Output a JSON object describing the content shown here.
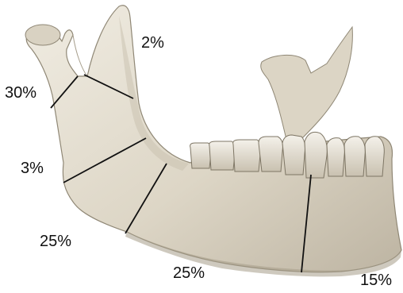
{
  "figure": {
    "subject": "Human mandible (lateral view) with fracture-site regions",
    "colors": {
      "bone_light": "#e9e4d8",
      "bone_mid": "#cfc7b6",
      "bone_dark": "#9f9684",
      "divider": "#111111",
      "text": "#111111"
    }
  },
  "labels": {
    "coronoid": "2%",
    "condyle": "30%",
    "ramus": "3%",
    "angle": "25%",
    "body": "25%",
    "symphysis": "15%"
  }
}
